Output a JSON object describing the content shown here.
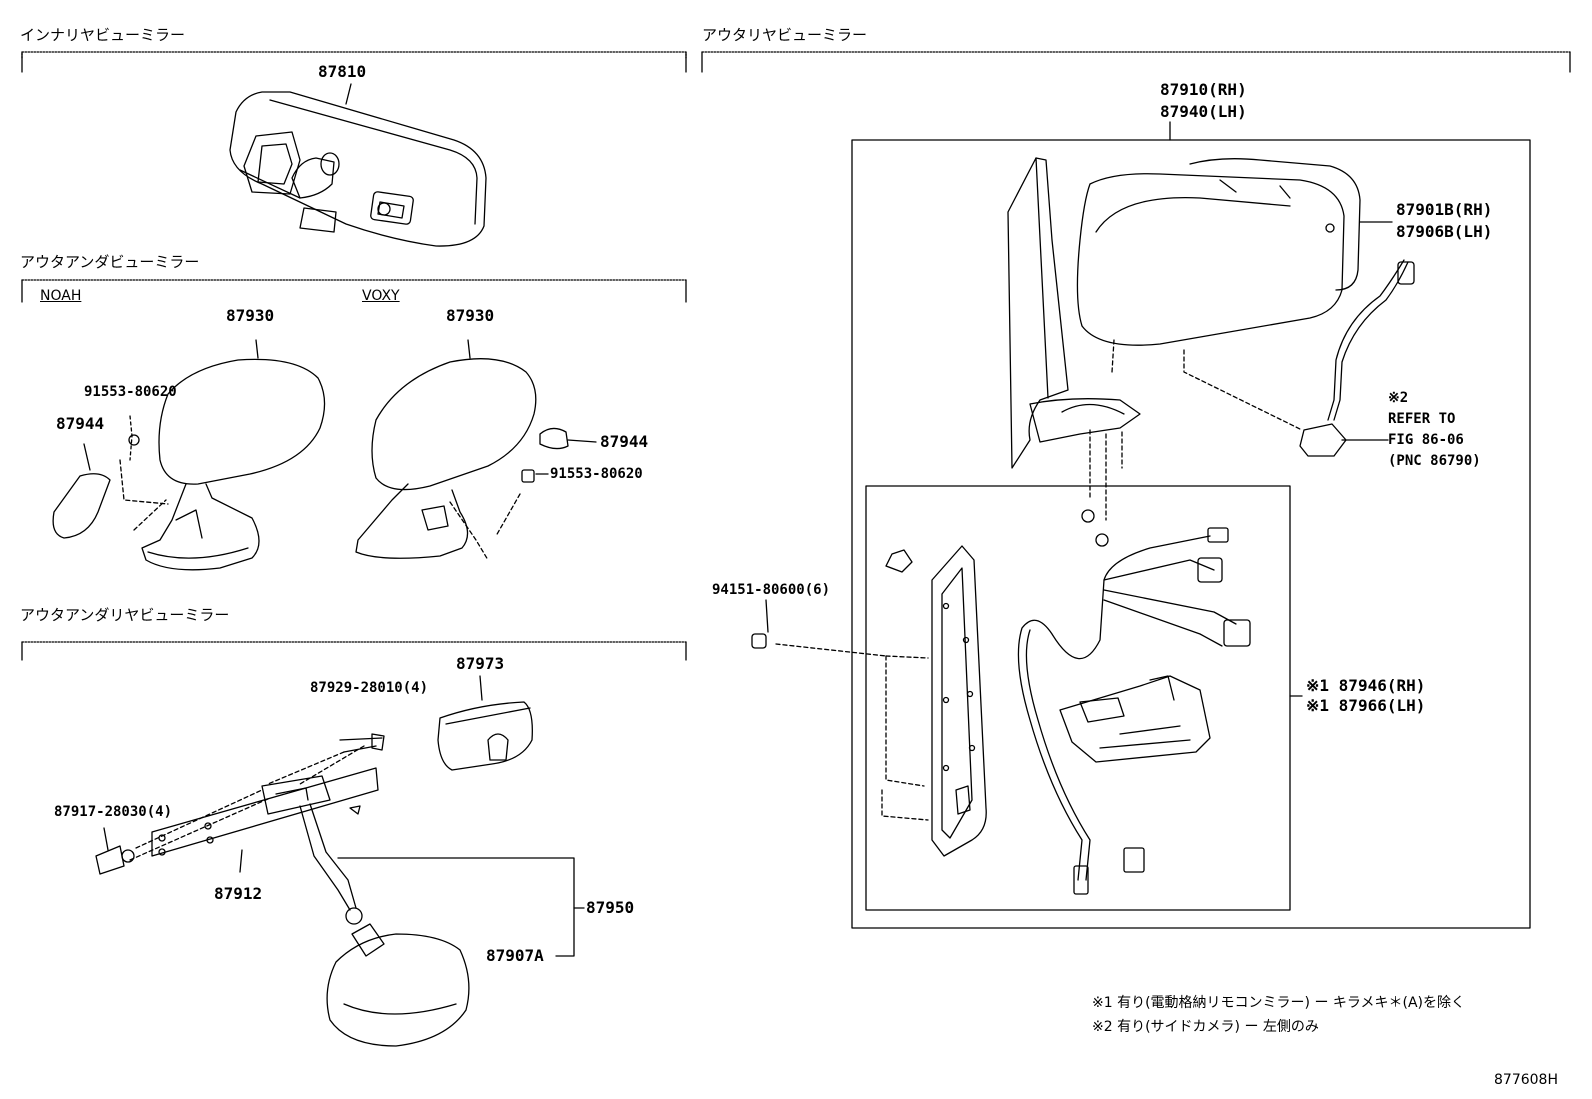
{
  "sections": {
    "inner": "インナリヤビューミラー",
    "outer_under": "アウタアンダビューミラー",
    "outer_under_rear": "アウタアンダリヤビューミラー",
    "outer_rear": "アウタリヤビューミラー"
  },
  "variants": {
    "noah": "NOAH",
    "voxy": "VOXY"
  },
  "parts": {
    "p87810": "87810",
    "p87930_noah": "87930",
    "p87930_voxy": "87930",
    "p91553_noah": "91553-80620",
    "p91553_voxy": "91553-80620",
    "p87944_noah": "87944",
    "p87944_voxy": "87944",
    "p87973": "87973",
    "p87929": "87929-28010(4)",
    "p87917": "87917-28030(4)",
    "p87912": "87912",
    "p87950": "87950",
    "p87907a": "87907A",
    "p87910": "87910(RH)",
    "p87940": "87940(LH)",
    "p87901b": "87901B(RH)",
    "p87906b": "87906B(LH)",
    "p94151": "94151-80600(6)",
    "p87946": "※1 87946(RH)",
    "p87966": "※1 87966(LH)"
  },
  "refer": {
    "mark": "※2",
    "line1": "REFER TO",
    "line2": "FIG 86-06",
    "line3": "(PNC 86790)"
  },
  "notes": {
    "n1": "※1 有り(電動格納リモコンミラー) ー キラメキ＊(A)を除く",
    "n2": "※2 有り(サイドカメラ) ー 左側のみ"
  },
  "figure_no": "877608H"
}
